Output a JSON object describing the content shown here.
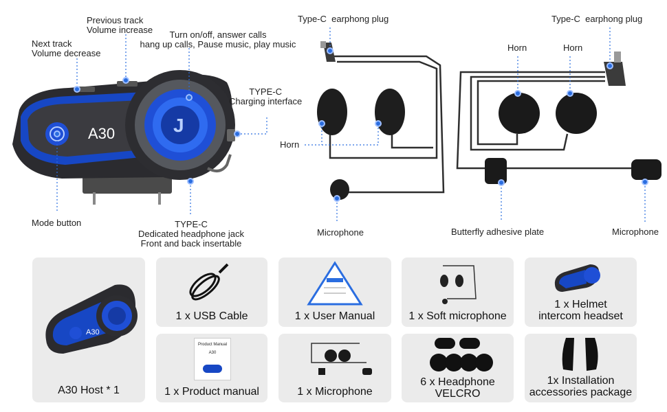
{
  "diagram": {
    "device_model": "A30",
    "left_labels": {
      "previous_track": "Previous track\nVolume increase",
      "next_track": "Next track\nVolume decrease",
      "power": "Turn on/off, answer calls\nhang up calls, Pause music, play music",
      "typec_charging": "TYPE-C\nCharging interface",
      "mode_button": "Mode button",
      "headphone_jack": "TYPE-C\nDedicated headphone jack\nFront and back insertable"
    },
    "middle_labels": {
      "plug": "Type-C  earphong plug",
      "horn": "Horn",
      "microphone": "Microphone"
    },
    "right_labels": {
      "plug": "Type-C  earphong plug",
      "horn_a": "Horn",
      "horn_b": "Horn",
      "adhesive": "Butterfly adhesive plate",
      "microphone": "Microphone"
    }
  },
  "package": {
    "host": "A30 Host * 1",
    "usb": "1 x USB Cable",
    "manual": "1 x User Manual",
    "soft_mic": "1 x Soft microphone",
    "helmet": "1 x Helmet\nintercom headset",
    "product_manual": "1 x Product manual",
    "product_manual_cover_title": "Product Manual",
    "product_manual_cover_model": "A30",
    "microphone": "1 x Microphone",
    "velcro": "6 x Headphone\nVELCRO",
    "accessories": "1x Installation\naccessories package"
  },
  "colors": {
    "accent": "#2a6de0",
    "glow": "#1f4fd6",
    "card": "#ebebeb"
  }
}
